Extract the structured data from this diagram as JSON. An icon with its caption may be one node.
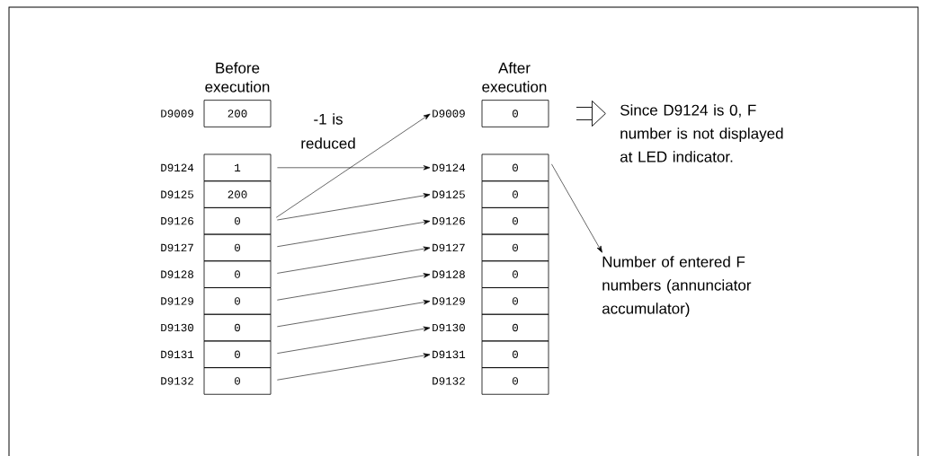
{
  "diagram": {
    "nodes": [
      {
        "text": [
          "200"
        ],
        "beside": [
          "D9009"
        ]
      },
      {
        "text": [
          "1"
        ],
        "beside": [
          "D9124"
        ]
      },
      {
        "text": [
          "200"
        ],
        "beside": [
          "D9125"
        ]
      },
      {
        "text": [
          "0"
        ],
        "beside": [
          "D9126"
        ]
      },
      {
        "text": [
          "0"
        ],
        "beside": [
          "D9127"
        ]
      },
      {
        "text": [
          "0"
        ],
        "beside": [
          "D9128"
        ]
      },
      {
        "text": [
          "0"
        ],
        "beside": [
          "D9129"
        ]
      },
      {
        "text": [
          "0"
        ],
        "beside": [
          "D9130"
        ]
      },
      {
        "text": [
          "0"
        ],
        "beside": [
          "D9131"
        ]
      },
      {
        "text": [
          "0"
        ],
        "beside": [
          "D9132"
        ]
      },
      {
        "text": [
          "D9009"
        ]
      },
      {
        "text": [
          "D9124"
        ]
      },
      {
        "text": [
          "D9125"
        ]
      },
      {
        "text": [
          "D9126"
        ]
      },
      {
        "text": [
          "D9127"
        ]
      },
      {
        "text": [
          "D9128"
        ]
      },
      {
        "text": [
          "D9129"
        ]
      },
      {
        "text": [
          "D9130"
        ]
      },
      {
        "text": [
          "D9131"
        ]
      },
      {
        "text": [
          "D9132"
        ]
      },
      {
        "text": [
          "0"
        ]
      },
      {
        "text": [
          "0"
        ]
      },
      {
        "text": [
          "0"
        ]
      },
      {
        "text": [
          "0"
        ]
      },
      {
        "text": [
          "0"
        ]
      },
      {
        "text": [
          "0"
        ]
      },
      {
        "text": [
          "0"
        ]
      },
      {
        "text": [
          "0"
        ]
      },
      {
        "text": [
          "0"
        ]
      },
      {
        "text": [
          "0"
        ]
      },
      {
        "text": [
          "Since D9124 is 0, F number is not displayed at LED indicator."
        ]
      },
      {
        "text": [
          "Number of entered F numbers (annunciator accumulator)"
        ]
      }
    ],
    "edges": [
      {
        "from": 1,
        "to": 11,
        "arrow": "to"
      },
      {
        "from": 3,
        "to": 10,
        "arrow": "to"
      },
      {
        "from": 3,
        "to": 12,
        "arrow": "to"
      },
      {
        "from": 4,
        "to": 13,
        "arrow": "to"
      },
      {
        "from": 5,
        "to": 14,
        "arrow": "to"
      },
      {
        "from": 6,
        "to": 15,
        "arrow": "to"
      },
      {
        "from": 7,
        "to": 16,
        "arrow": "to"
      },
      {
        "from": 8,
        "to": 17,
        "arrow": "to"
      },
      {
        "from": 9,
        "to": 18,
        "arrow": "to"
      },
      {
        "from": null,
        "to": 30,
        "arrow": "to",
        "style": "thick"
      },
      {
        "from": 21,
        "to": 31,
        "arrow": "to"
      }
    ],
    "labels": [
      "Before execution",
      "After execution",
      "-1 is reduced"
    ]
  }
}
